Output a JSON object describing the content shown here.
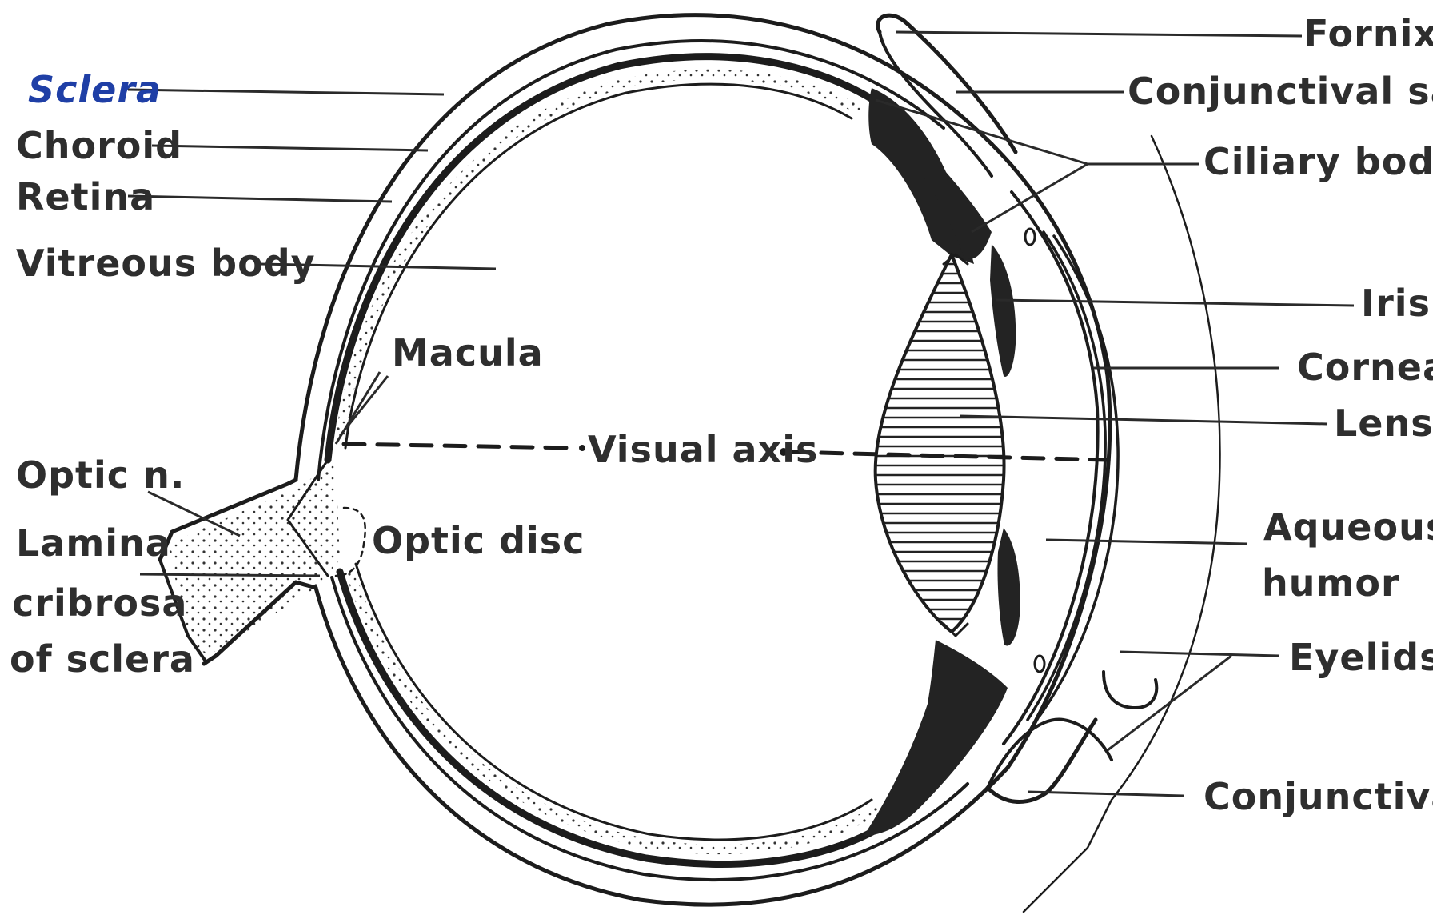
{
  "labels": {
    "sclera": "Sclera",
    "choroid": "Choroid",
    "retina": "Retina",
    "vitreous_body": "Vitreous body",
    "macula": "Macula",
    "visual_axis": "Visual axis",
    "optic_n": "Optic n.",
    "lamina_line1": "Lamina",
    "lamina_line2": "cribrosa",
    "lamina_line3": "of sclera",
    "optic_disc": "Optic disc",
    "fornix": "Fornix",
    "conjunctival_sac": "Conjunctival sac",
    "ciliary_body": "Ciliary body",
    "iris": "Iris",
    "cornea": "Cornea",
    "lens": "Lens",
    "aqueous_line1": "Aqueous",
    "aqueous_line2": "humor",
    "eyelids": "Eyelids",
    "conjunctiva": "Conjunctiva"
  },
  "colors": {
    "ink": "#1c1c1c",
    "sclera_label": "#1f3fa6",
    "background": "#ffffff"
  }
}
